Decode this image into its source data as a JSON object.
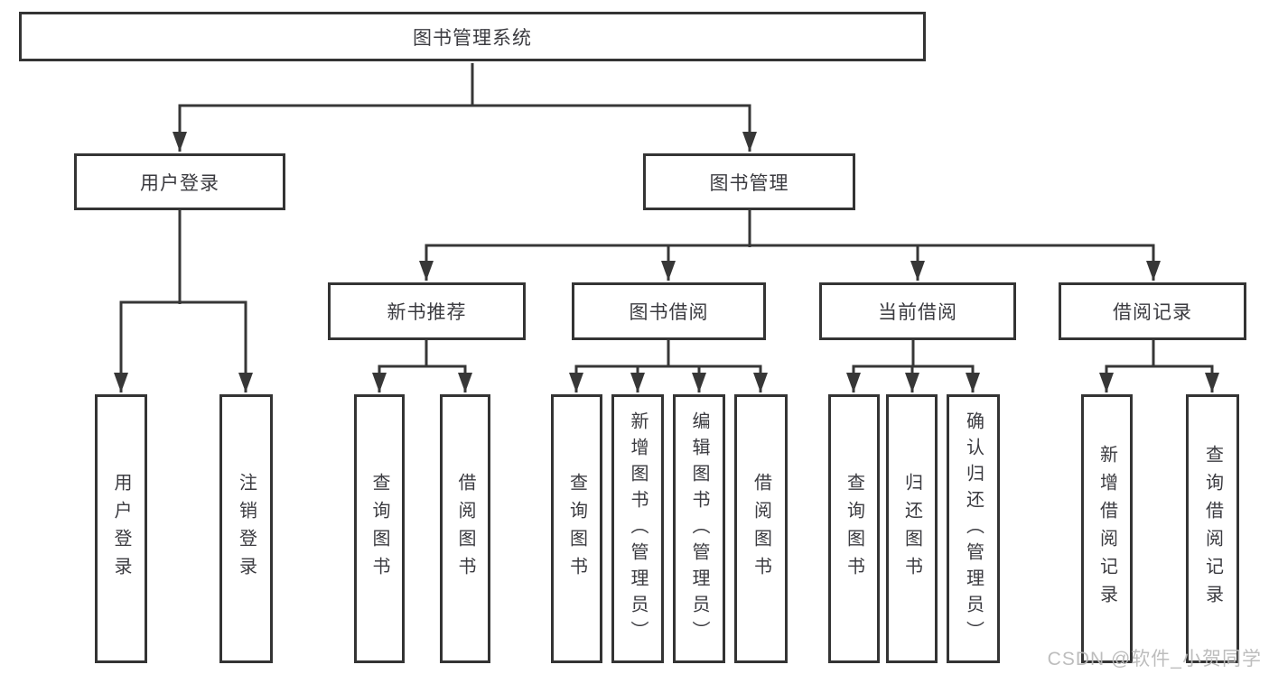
{
  "tree": {
    "root": {
      "label": "图书管理系统",
      "children": [
        {
          "label": "用户登录",
          "children": [
            {
              "label": "用户登录"
            },
            {
              "label": "注销登录"
            }
          ]
        },
        {
          "label": "图书管理",
          "children": [
            {
              "label": "新书推荐",
              "children": [
                {
                  "label": "查询图书"
                },
                {
                  "label": "借阅图书"
                }
              ]
            },
            {
              "label": "图书借阅",
              "children": [
                {
                  "label": "查询图书"
                },
                {
                  "label": "新增图书（管理员）"
                },
                {
                  "label": "编辑图书（管理员）"
                },
                {
                  "label": "借阅图书"
                }
              ]
            },
            {
              "label": "当前借阅",
              "children": [
                {
                  "label": "查询图书"
                },
                {
                  "label": "归还图书"
                },
                {
                  "label": "确认归还（管理员）"
                }
              ]
            },
            {
              "label": "借阅记录",
              "children": [
                {
                  "label": "新增借阅记录"
                },
                {
                  "label": "查询借阅记录"
                }
              ]
            }
          ]
        }
      ]
    }
  },
  "watermark": {
    "text": "CSDN @软件_小贺同学"
  },
  "colors": {
    "line": "#373737",
    "node_border": "#343434",
    "node_text": "#3b3b40",
    "background": "#ffffff",
    "watermark": "#b9b9b9"
  }
}
